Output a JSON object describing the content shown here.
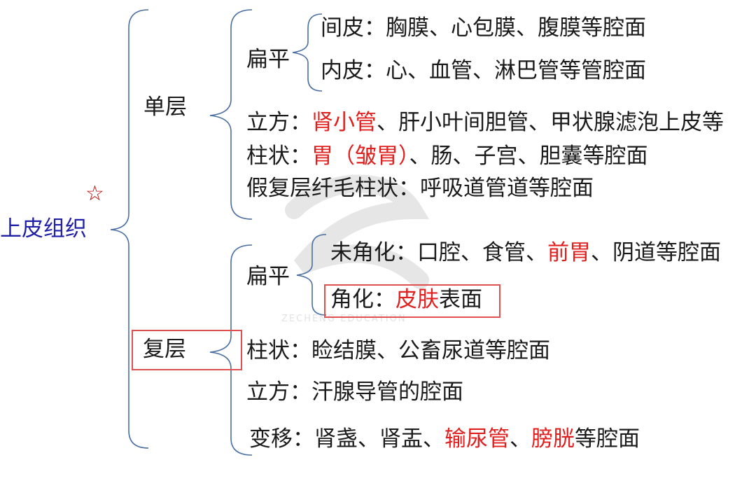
{
  "root": {
    "label": "上皮组织",
    "star": "☆"
  },
  "watermark": {
    "text": "ZECHENG EDUCATION"
  },
  "single": {
    "label": "单层",
    "flat": {
      "label": "扁平",
      "mesothelium": {
        "prefix": "间皮：",
        "text": "胸膜、心包膜、腹膜等腔面"
      },
      "endothelium": {
        "prefix": "内皮：",
        "text": "心、血管、淋巴管等管腔面"
      }
    },
    "cuboidal": {
      "prefix": "立方：",
      "red": "肾小管",
      "rest": "、肝小叶间胆管、甲状腺滤泡上皮等"
    },
    "columnar": {
      "prefix": "柱状：",
      "red": "胃（皱胃）",
      "rest": "、肠、子宫、胆囊等腔面"
    },
    "pseudo": {
      "text": "假复层纤毛柱状：呼吸道管道等腔面"
    }
  },
  "stratified": {
    "label": "复层",
    "flat": {
      "label": "扁平",
      "nonkeratinized": {
        "prefix": "未角化：口腔、食管、",
        "red": "前胃",
        "rest": "、阴道等腔面"
      },
      "keratinized": {
        "prefix": "角化：",
        "red": "皮肤",
        "rest": "表面"
      }
    },
    "columnar": {
      "text": "柱状：睑结膜、公畜尿道等腔面"
    },
    "cuboidal": {
      "text": "立方：汗腺导管的腔面"
    },
    "transitional": {
      "prefix": "变移：肾盏、肾盂、",
      "red1": "输尿管",
      "sep": "、",
      "red2": "膀胱",
      "rest": "等腔面"
    }
  },
  "colors": {
    "bracket": "#4a6fa0",
    "highlight": "#e0201f",
    "root": "#1f1fa8",
    "box": "#e05050"
  }
}
